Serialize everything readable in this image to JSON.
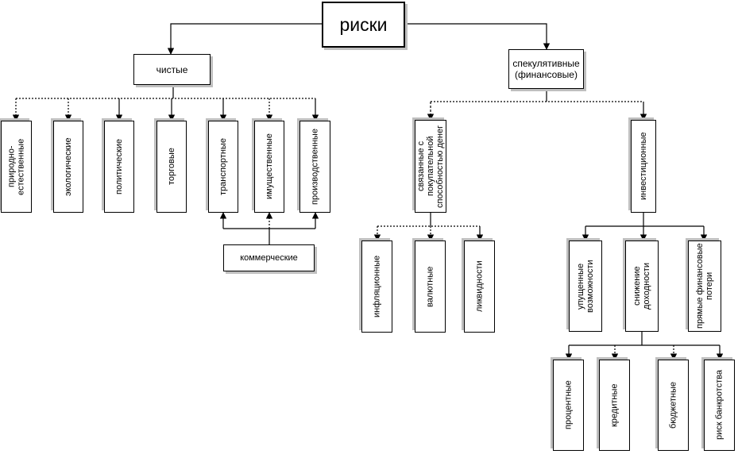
{
  "root": "риски",
  "pure": {
    "label": "чистые",
    "items": [
      "природно-\nестественные",
      "экологические",
      "политические",
      "торговые",
      "транспортные",
      "имущественные",
      "производственные"
    ],
    "commercial": "коммерческие"
  },
  "speculative": {
    "label": "спекулятивные\n(финансовые)",
    "purchasing": {
      "label": "связанные с\nпокупательной\nспособностью денег",
      "items": [
        "инфляционные",
        "валютные",
        "ликвидности"
      ]
    },
    "investment": {
      "label": "инвестиционные",
      "items": [
        "упущенные\nвозможности",
        "снижение\nдоходности",
        "прямые финансовые\nпотери"
      ],
      "income_items": [
        "процентные",
        "кредитные",
        "бюджетные",
        "риск банкротства"
      ]
    }
  },
  "colors": {
    "line": "#000000",
    "shadow": "#bfbfbf"
  }
}
